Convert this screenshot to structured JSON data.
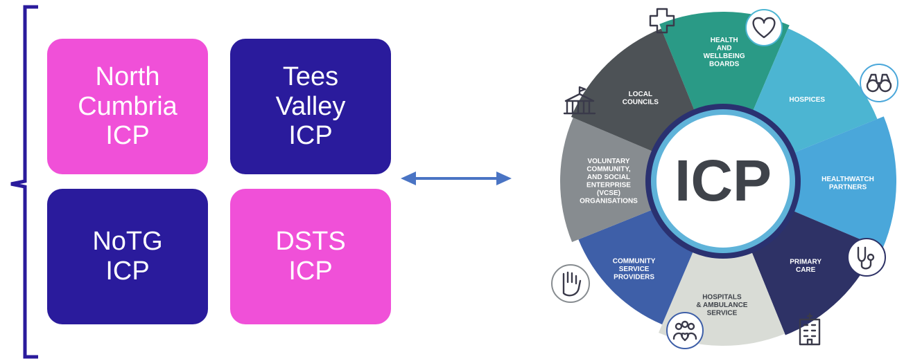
{
  "tiles": [
    {
      "lines": [
        "North",
        "Cumbria",
        "ICP"
      ],
      "color": "#f050d8"
    },
    {
      "lines": [
        "Tees",
        "Valley",
        "ICP"
      ],
      "color": "#2a1b9c"
    },
    {
      "lines": [
        "NoTG",
        "ICP"
      ],
      "color": "#2a1b9c"
    },
    {
      "lines": [
        "DSTS",
        "ICP"
      ],
      "color": "#f050d8"
    }
  ],
  "colors": {
    "bracket": "#2a1b9c",
    "arrow": "#4a74c4"
  },
  "wheel": {
    "center_label": "ICP",
    "segments": [
      {
        "lines": [
          "HEALTH",
          "AND",
          "WELLBEING",
          "BOARDS"
        ],
        "color": "#2a9a86",
        "icon": "medical-cross-icon"
      },
      {
        "lines": [
          "HOSPICES"
        ],
        "color": "#4cb5d2",
        "icon": "heart-icon"
      },
      {
        "lines": [
          "HEALTHWATCH",
          "PARTNERS"
        ],
        "color": "#4aa7da",
        "icon": "binoculars-icon"
      },
      {
        "lines": [
          "PRIMARY",
          "CARE"
        ],
        "color": "#2e3266",
        "icon": "stethoscope-icon"
      },
      {
        "lines": [
          "HOSPITALS",
          "& AMBULANCE",
          "SERVICE"
        ],
        "color": "#d9dcd6",
        "icon": "hospital-building-icon"
      },
      {
        "lines": [
          "COMMUNITY",
          "SERVICE",
          "PROVIDERS"
        ],
        "color": "#3e5fa8",
        "icon": "community-people-icon"
      },
      {
        "lines": [
          "VOLUNTARY",
          "COMMUNITY,",
          "AND SOCIAL",
          "ENTERPRISE",
          "(VCSE)",
          "ORGANISATIONS"
        ],
        "color": "#878c90",
        "icon": "hand-icon"
      },
      {
        "lines": [
          "LOCAL",
          "COUNCILS"
        ],
        "color": "#4d5256",
        "icon": "council-building-icon"
      }
    ]
  }
}
